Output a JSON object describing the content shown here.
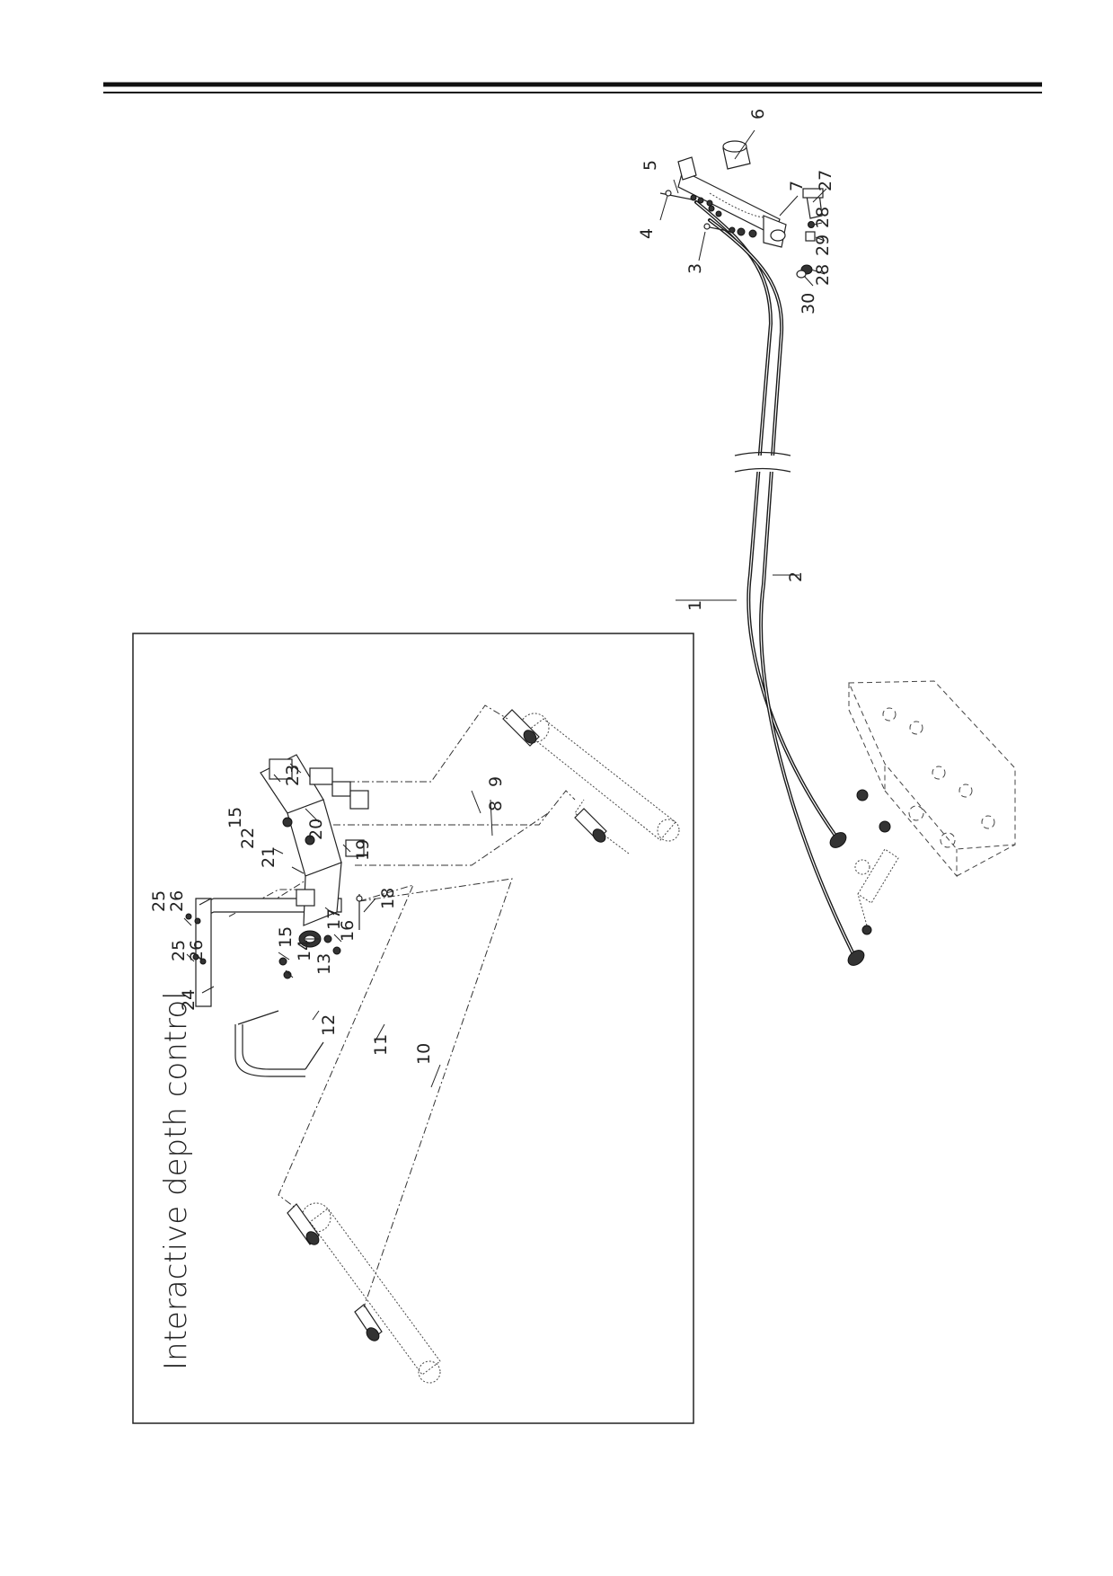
{
  "inset": {
    "title": "Interactive depth control"
  },
  "callouts": [
    "1",
    "2",
    "3",
    "4",
    "5",
    "6",
    "7",
    "8",
    "9",
    "10",
    "11",
    "12",
    "13",
    "14",
    "15",
    "16",
    "17",
    "18",
    "19",
    "20",
    "21",
    "22",
    "23",
    "24",
    "25",
    "26",
    "27",
    "28",
    "29",
    "30"
  ],
  "colors": {
    "line": "#1a1a1a",
    "background": "#ffffff"
  }
}
